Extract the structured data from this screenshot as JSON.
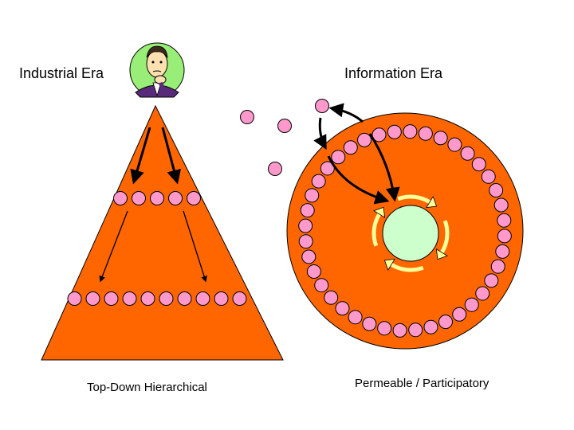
{
  "industrial": {
    "title": "Industrial Era",
    "caption": "Top-Down Hierarchical",
    "tiers": [
      1,
      5,
      10
    ]
  },
  "information": {
    "title": "Information Era",
    "caption": "Permeable / Participatory",
    "ring_count": 40,
    "outside_count": 4,
    "feedback_cycle_arrows": 4
  },
  "colors": {
    "shape_fill": "#ff6600",
    "member_fill": "#ff99cc",
    "center_fill": "#ccffcc",
    "portrait_bg": "#99ee77",
    "cycle_arrow_fill": "#ffff99",
    "outline": "#000000"
  },
  "icons": {
    "portrait": "thinking-man-portrait-icon"
  }
}
